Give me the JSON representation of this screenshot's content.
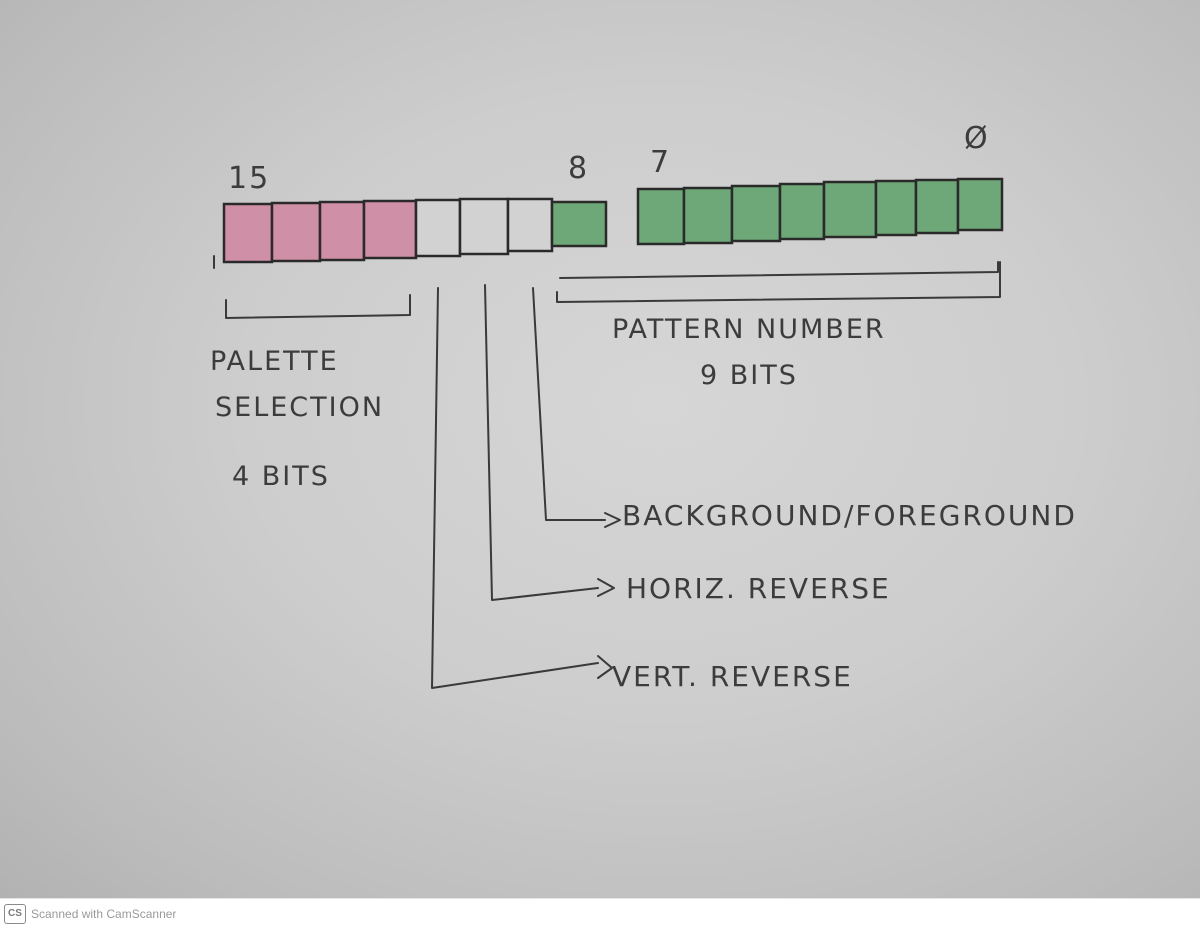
{
  "diagram": {
    "bit_numbers": {
      "b15": "15",
      "b8": "8",
      "b7": "7",
      "b0": "Ø"
    },
    "colors": {
      "palette": "#cf8fa6",
      "pattern": "#6ea778",
      "empty": "#d2d2d2"
    },
    "registers": [
      {
        "cells": [
          "palette",
          "palette",
          "palette",
          "palette",
          "empty",
          "empty",
          "empty",
          "pattern"
        ]
      },
      {
        "cells": [
          "pattern",
          "pattern",
          "pattern",
          "pattern",
          "pattern",
          "pattern",
          "pattern",
          "pattern"
        ]
      }
    ],
    "labels": {
      "palette_line1": "PALETTE",
      "palette_line2": "SELECTION",
      "palette_bits": "4 BITS",
      "pattern_line1": "PATTERN NUMBER",
      "pattern_bits": "9 BITS",
      "bg_fg": "BACKGROUND/FOREGROUND",
      "horiz": "HORIZ.  REVERSE",
      "vert": "VERT.  REVERSE"
    }
  },
  "footer": {
    "logo": "CS",
    "text": "Scanned with CamScanner"
  }
}
